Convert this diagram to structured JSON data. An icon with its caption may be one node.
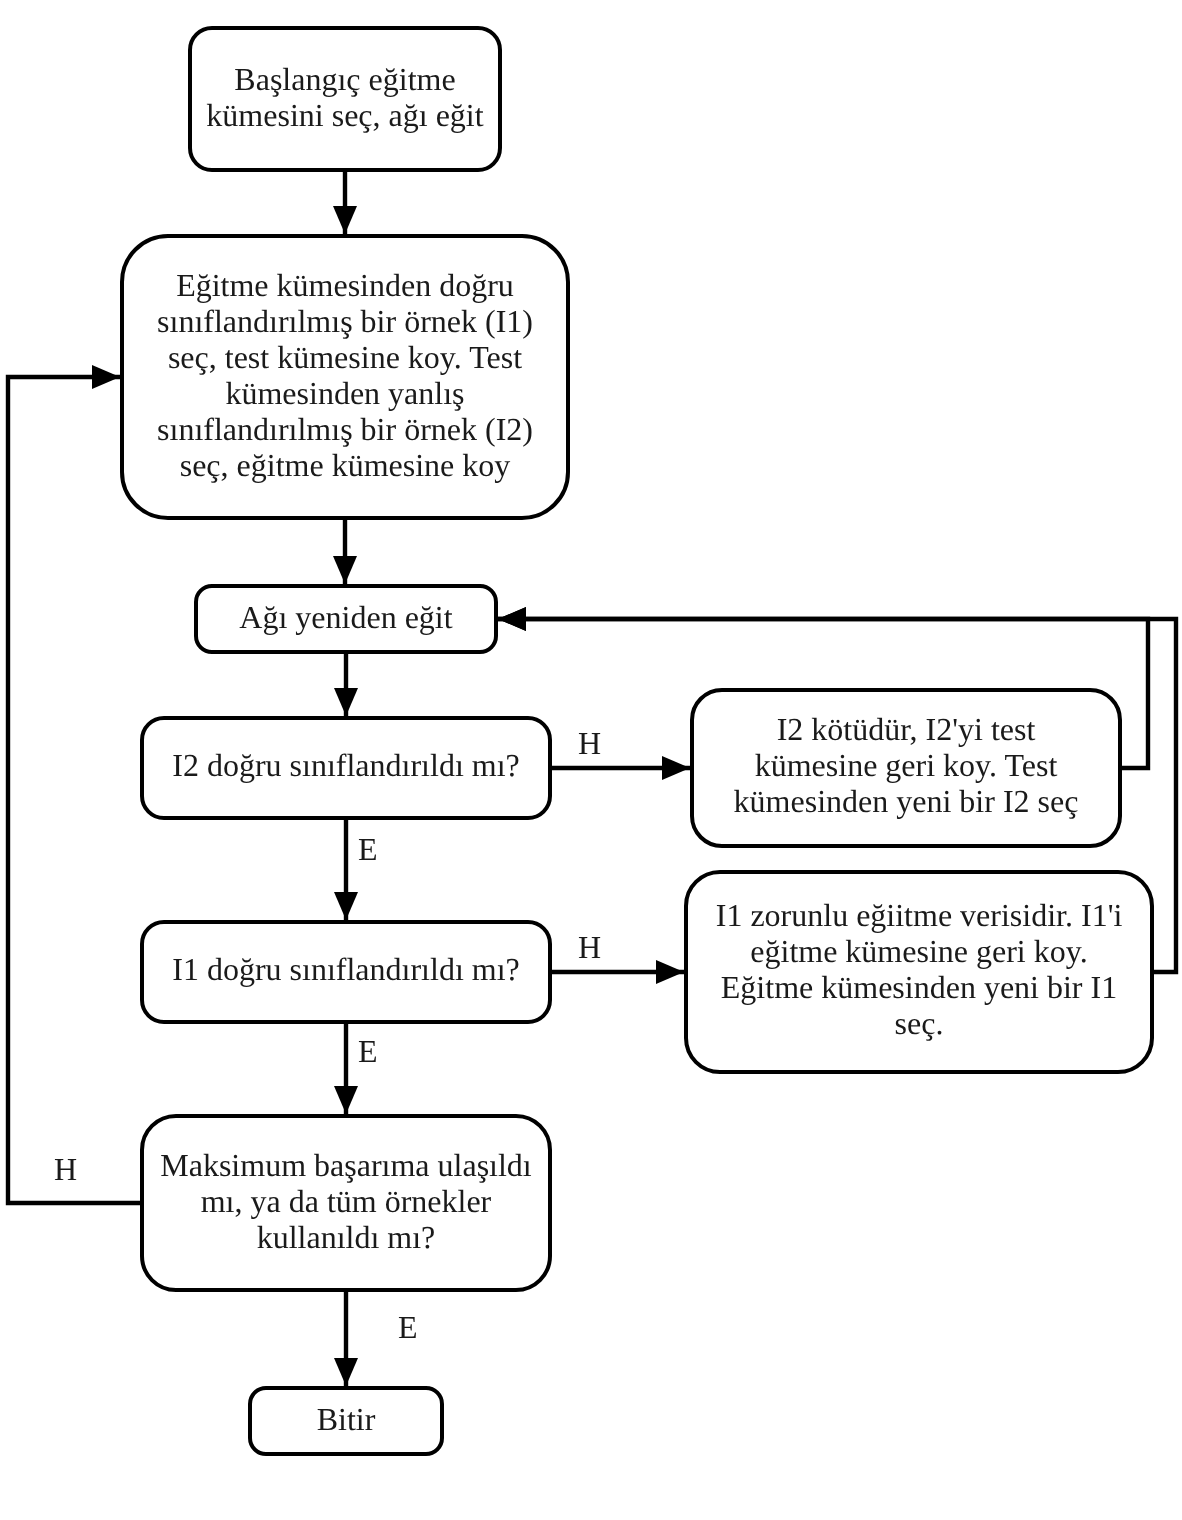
{
  "diagram": {
    "nodes": [
      {
        "text": [
          "Başlangıç eğitme kümesini seç, ağı eğit"
        ]
      },
      {
        "text": [
          "Eğitme kümesinden doğru sınıflandırılmış bir örnek (I1) seç, test kümesine koy. Test kümesinden yanlış sınıflandırılmış bir örnek (I2) seç, eğitme kümesine koy"
        ]
      },
      {
        "text": [
          "Ağı yeniden eğit"
        ]
      },
      {
        "text": [
          "I2 doğru sınıflandırıldı mı?"
        ]
      },
      {
        "text": [
          "I2 kötüdür, I2'yi test kümesine geri koy. Test kümesinden yeni bir I2 seç"
        ]
      },
      {
        "text": [
          "I1 doğru sınıflandırıldı mı?"
        ]
      },
      {
        "text": [
          "I1 zorunlu eğiitme verisidir. I1'i eğitme kümesine geri koy. Eğitme kümesinden yeni bir I1 seç."
        ]
      },
      {
        "text": [
          "Maksimum başarıma ulaşıldı mı, ya da tüm örnekler kullanıldı mı?"
        ]
      },
      {
        "text": [
          "Bitir"
        ]
      }
    ],
    "edges": [
      {
        "from": 0,
        "to": 1,
        "arrow": "to"
      },
      {
        "from": 1,
        "to": 2,
        "arrow": "to"
      },
      {
        "from": 2,
        "to": 3,
        "arrow": "to"
      },
      {
        "from": 3,
        "to": 4,
        "arrow": "to",
        "label": "H"
      },
      {
        "from": 3,
        "to": 5,
        "arrow": "to",
        "label": "E"
      },
      {
        "from": 5,
        "to": 6,
        "arrow": "to",
        "label": "H"
      },
      {
        "from": 5,
        "to": 7,
        "arrow": "to",
        "label": "E"
      },
      {
        "from": 4,
        "to": 2,
        "arrow": "to"
      },
      {
        "from": 6,
        "to": 2,
        "arrow": "to"
      },
      {
        "from": 7,
        "to": 1,
        "arrow": "to",
        "label": "H"
      },
      {
        "from": 7,
        "to": 8,
        "arrow": "to",
        "label": "E"
      }
    ]
  }
}
